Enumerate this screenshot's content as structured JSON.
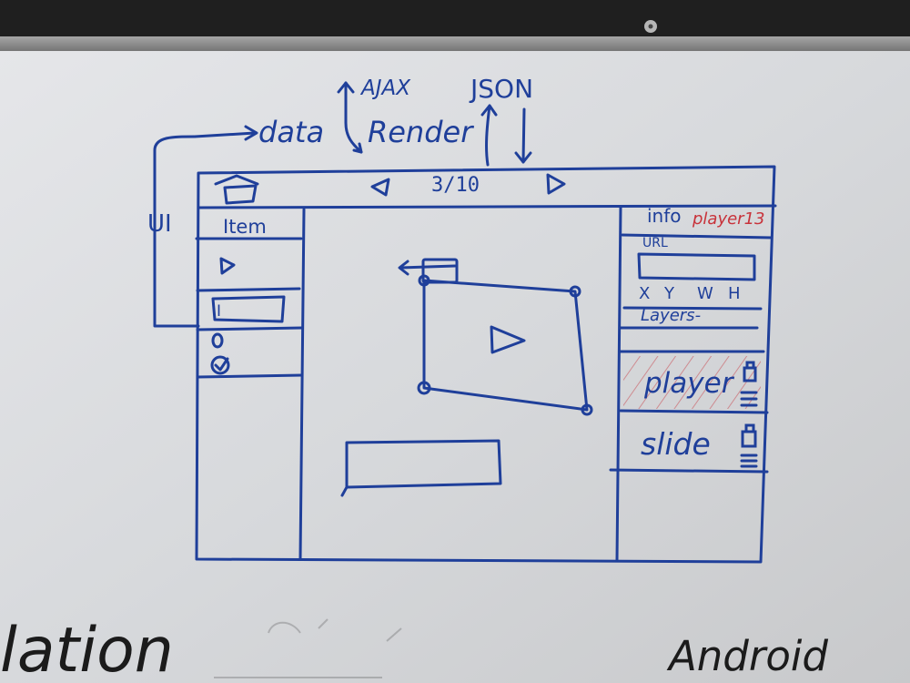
{
  "colors": {
    "marker_blue": "#1f3f9a",
    "marker_red": "#c8323a",
    "marker_black": "#1b1b1b",
    "board": "#dedfe2",
    "frame": "#8e8e8e",
    "wall": "#2a2a2a"
  },
  "annotations": {
    "ajax": "AJAX",
    "json": "JSON",
    "data": "data",
    "render": "Render",
    "ui": "UI"
  },
  "toolbar": {
    "logo_icon": "home-icon",
    "prev_icon": "triangle-left-icon",
    "page_indicator": "3/10",
    "next_icon": "triangle-right-icon"
  },
  "left_panel": {
    "item_label": "Item",
    "play_icon": "play-icon",
    "input_value": "I",
    "radio_icon": "radio-icon",
    "checkbox_icon": "checkbox-icon"
  },
  "canvas": {
    "play_icon": "play-icon"
  },
  "right_panel": {
    "info_label": "info",
    "info_value": "player13",
    "url_label": "URL",
    "fields": [
      "X",
      "Y",
      "W",
      "H"
    ],
    "layers_label": "Layers-",
    "layer_1": "player",
    "layer_2": "slide"
  },
  "bottom_text": {
    "left": "lation",
    "right": "Android"
  }
}
